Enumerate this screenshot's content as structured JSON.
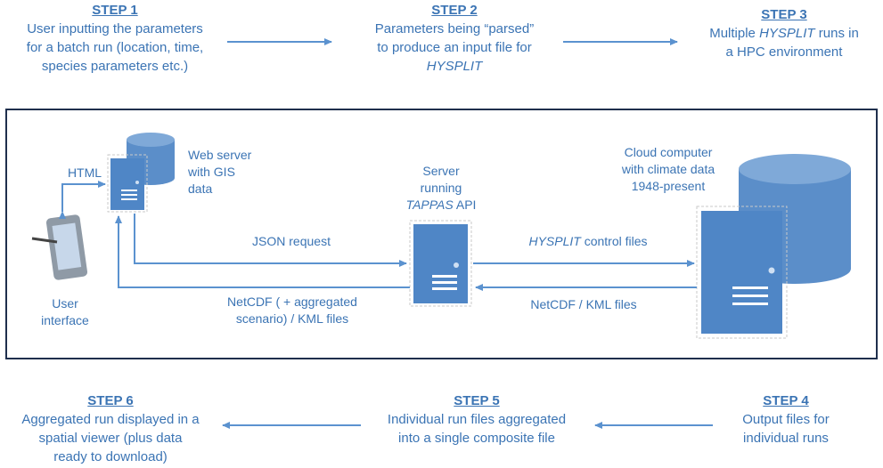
{
  "steps": {
    "s1": {
      "title": "STEP 1",
      "lines": [
        "User inputting the parameters",
        "for a batch run (location, time,",
        "species parameters etc.)"
      ]
    },
    "s2": {
      "title": "STEP 2",
      "lines": [
        "Parameters being “parsed”",
        "to produce an input file for"
      ],
      "italic_line": "HYSPLIT"
    },
    "s3": {
      "title": "STEP 3",
      "line1_pre": "Multiple ",
      "line1_italic": "HYSPLIT",
      "line1_post": " runs in",
      "line2": "a HPC environment"
    },
    "s4": {
      "title": "STEP 4",
      "lines": [
        "Output files for",
        "individual runs"
      ]
    },
    "s5": {
      "title": "STEP 5",
      "lines": [
        "Individual run files aggregated",
        "into a single composite file"
      ]
    },
    "s6": {
      "title": "STEP 6",
      "lines": [
        "Aggregated run displayed in a",
        "spatial viewer (plus data",
        "ready to download)"
      ]
    }
  },
  "labels": {
    "html": "HTML",
    "web_server": [
      "Web server",
      "with  GIS",
      "data"
    ],
    "user_interface": [
      "User",
      "interface"
    ],
    "server_running": [
      "Server",
      "running"
    ],
    "tappas_italic": "TAPPAS",
    "tappas_post": " API",
    "cloud": [
      "Cloud computer",
      "with climate data",
      "1948-present"
    ],
    "json_request": "JSON request",
    "hysplit_italic": "HYSPLIT",
    "control_files_post": " control files",
    "netcdf_kml": "NetCDF / KML files",
    "netcdf_aggregated": [
      "NetCDF ( + aggregated",
      "scenario)  /  KML files"
    ]
  },
  "colors": {
    "accent": "#3b74b4",
    "server_fill": "#5b8ec9",
    "frame": "#1f2f4d",
    "arrow": "#5b92cf"
  }
}
